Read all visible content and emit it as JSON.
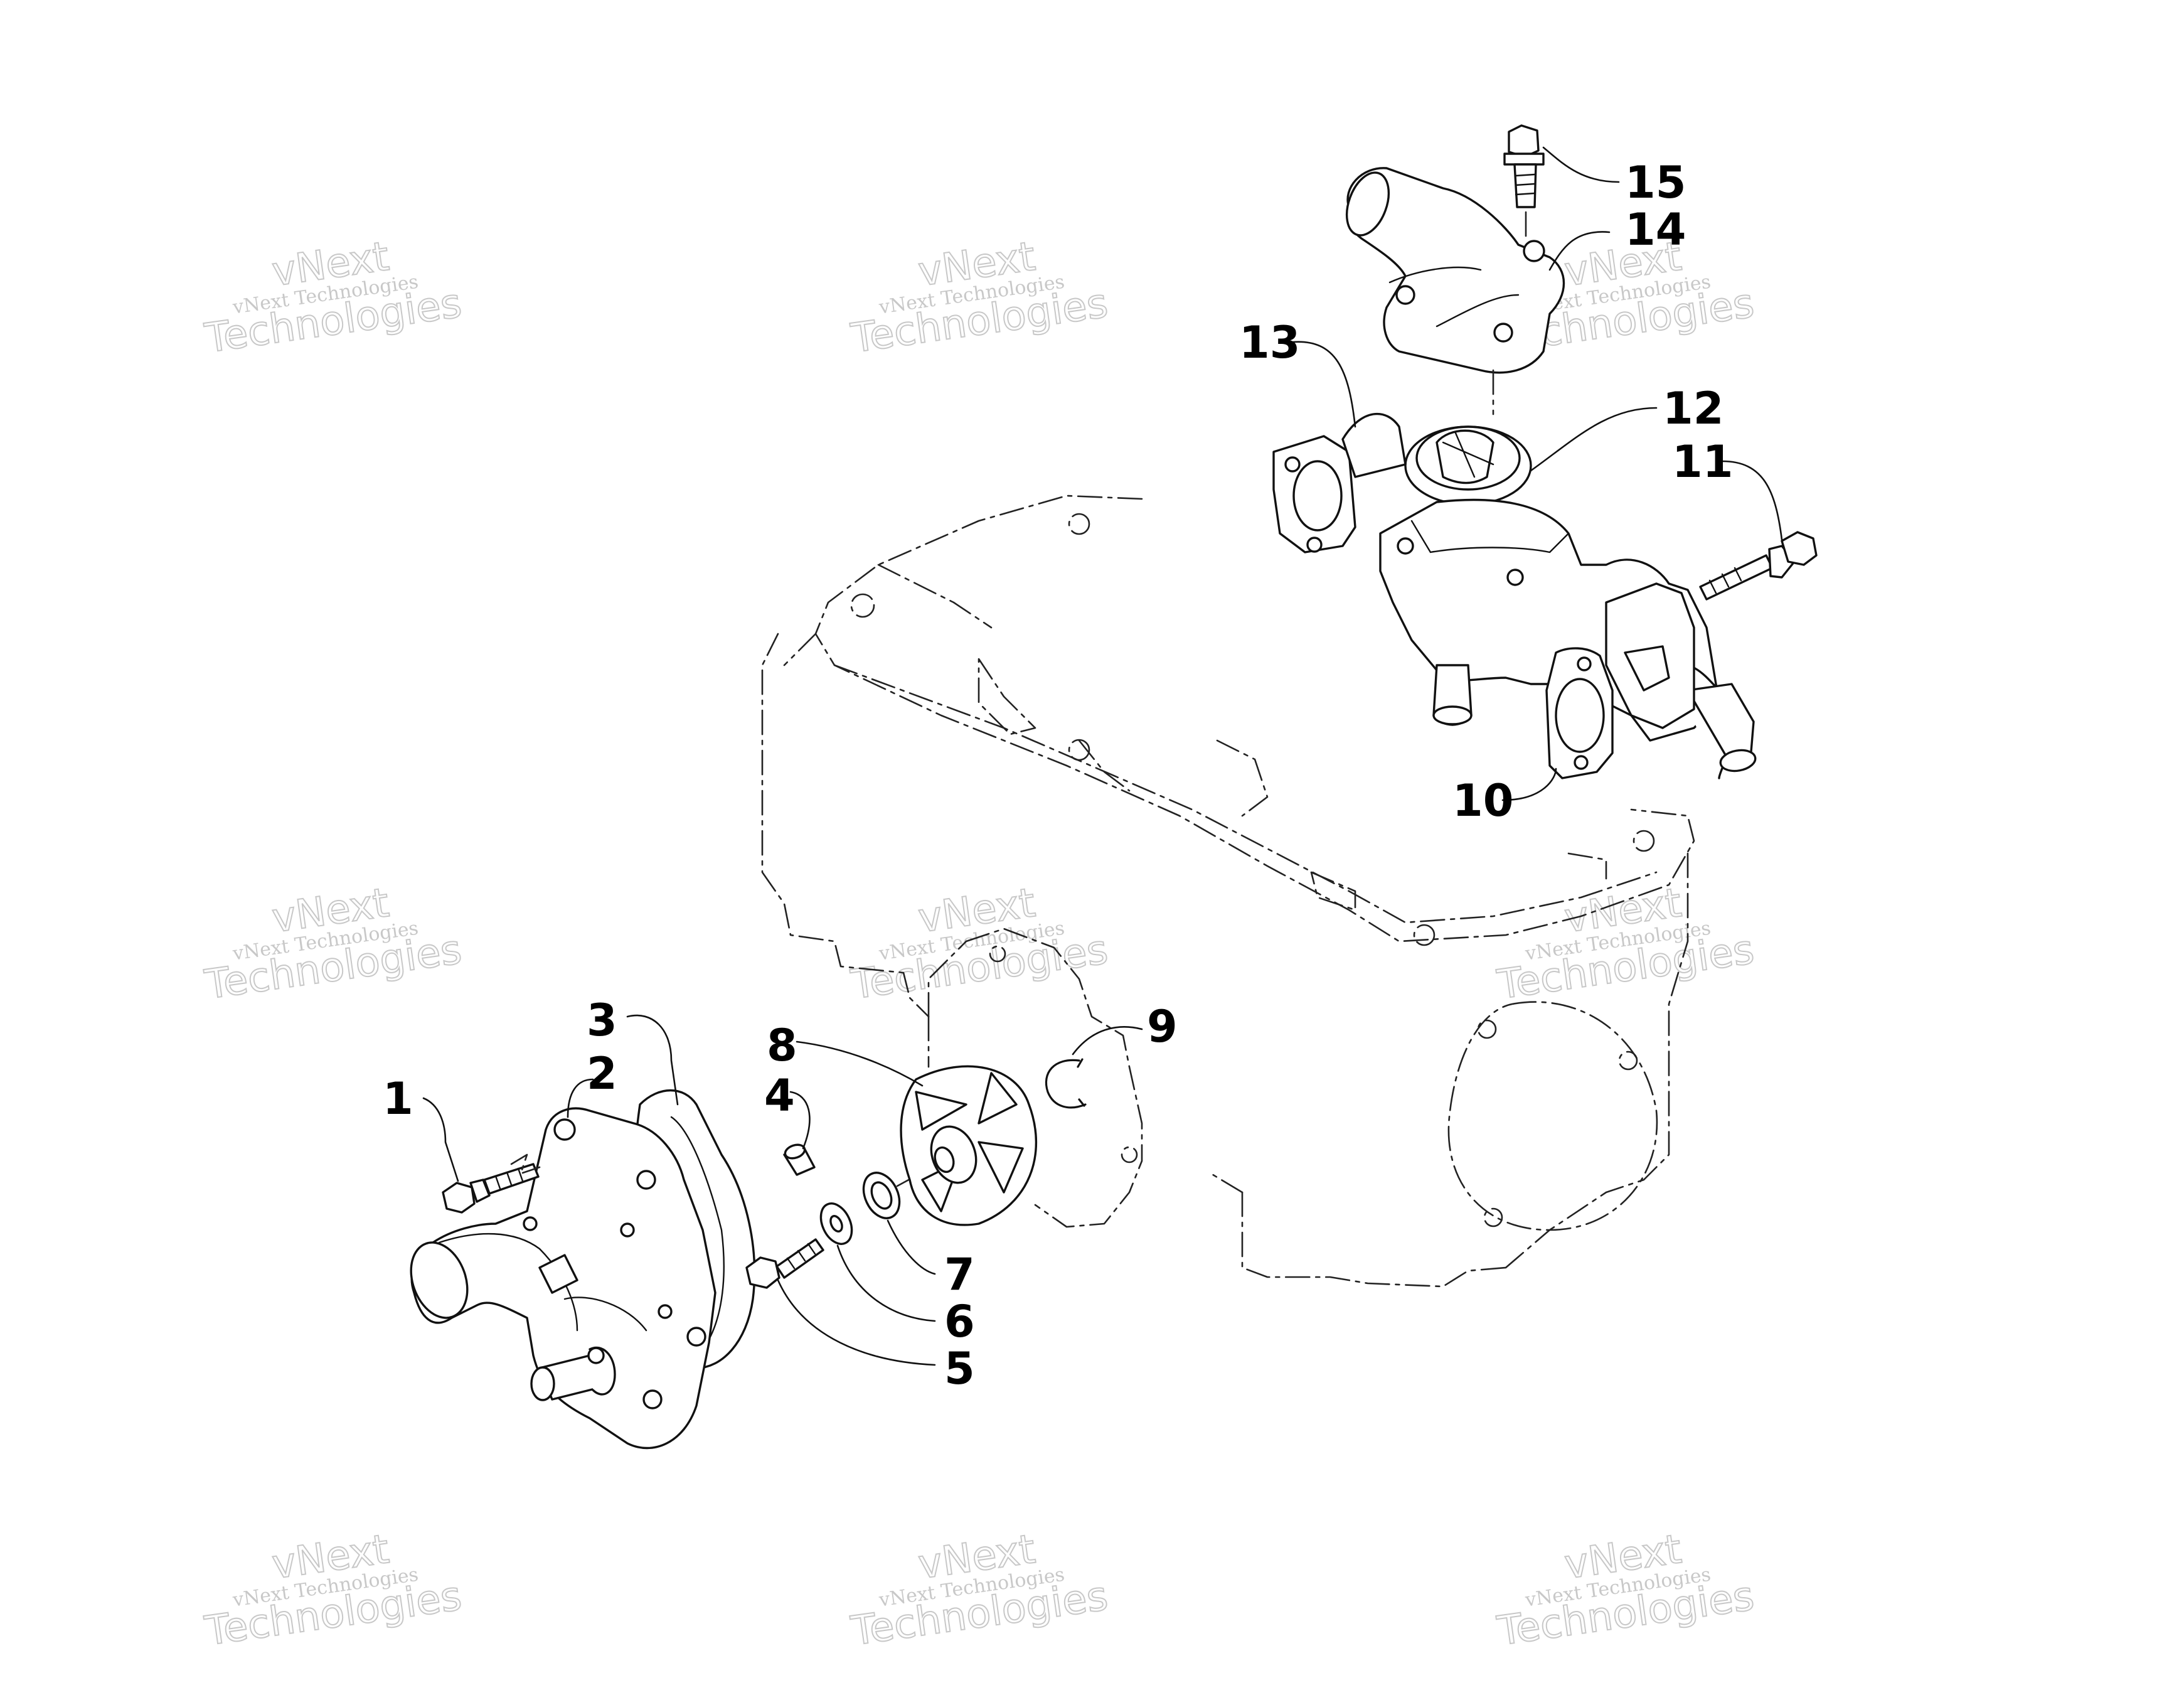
{
  "diagram": {
    "callouts": [
      {
        "id": "1",
        "label": "1"
      },
      {
        "id": "2",
        "label": "2"
      },
      {
        "id": "3",
        "label": "3"
      },
      {
        "id": "4",
        "label": "4"
      },
      {
        "id": "5",
        "label": "5"
      },
      {
        "id": "6",
        "label": "6"
      },
      {
        "id": "7",
        "label": "7"
      },
      {
        "id": "8",
        "label": "8"
      },
      {
        "id": "9",
        "label": "9"
      },
      {
        "id": "10",
        "label": "10"
      },
      {
        "id": "11",
        "label": "11"
      },
      {
        "id": "12",
        "label": "12"
      },
      {
        "id": "13",
        "label": "13"
      },
      {
        "id": "14",
        "label": "14"
      },
      {
        "id": "15",
        "label": "15"
      }
    ]
  },
  "watermark": {
    "line1": "vNext Technologies",
    "line2": "vNext",
    "line3": "Technologies",
    "color": "#c8c8c8"
  }
}
